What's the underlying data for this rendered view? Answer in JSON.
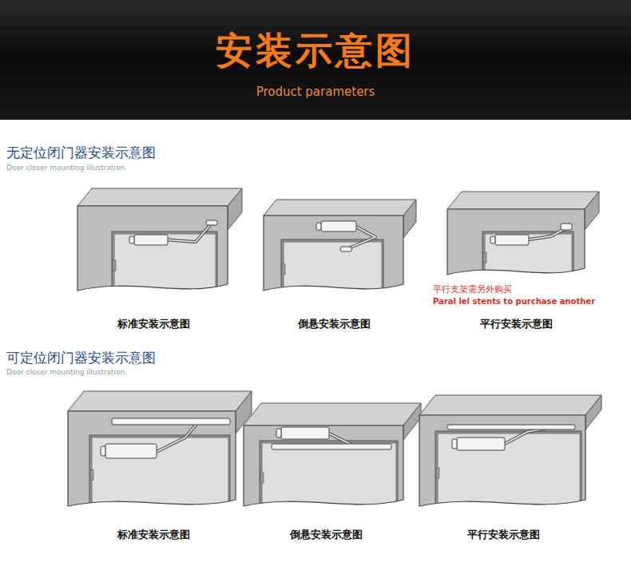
{
  "diagram": {
    "title": "安装示意图",
    "labels": [
      "Product parameters",
      "无定位闭门器安装示意图",
      "Door closer mounting illustration",
      "标准安装示意图",
      "倒悬安装示意图",
      "平行安装示意图",
      "平行支架需另外购买",
      "Paral lel stents to purchase another",
      "可定位闭门器安装示意图",
      "Door closer mounting illustration",
      "标准安装示意图",
      "倒悬安装示意图",
      "平行安装示意图"
    ]
  }
}
